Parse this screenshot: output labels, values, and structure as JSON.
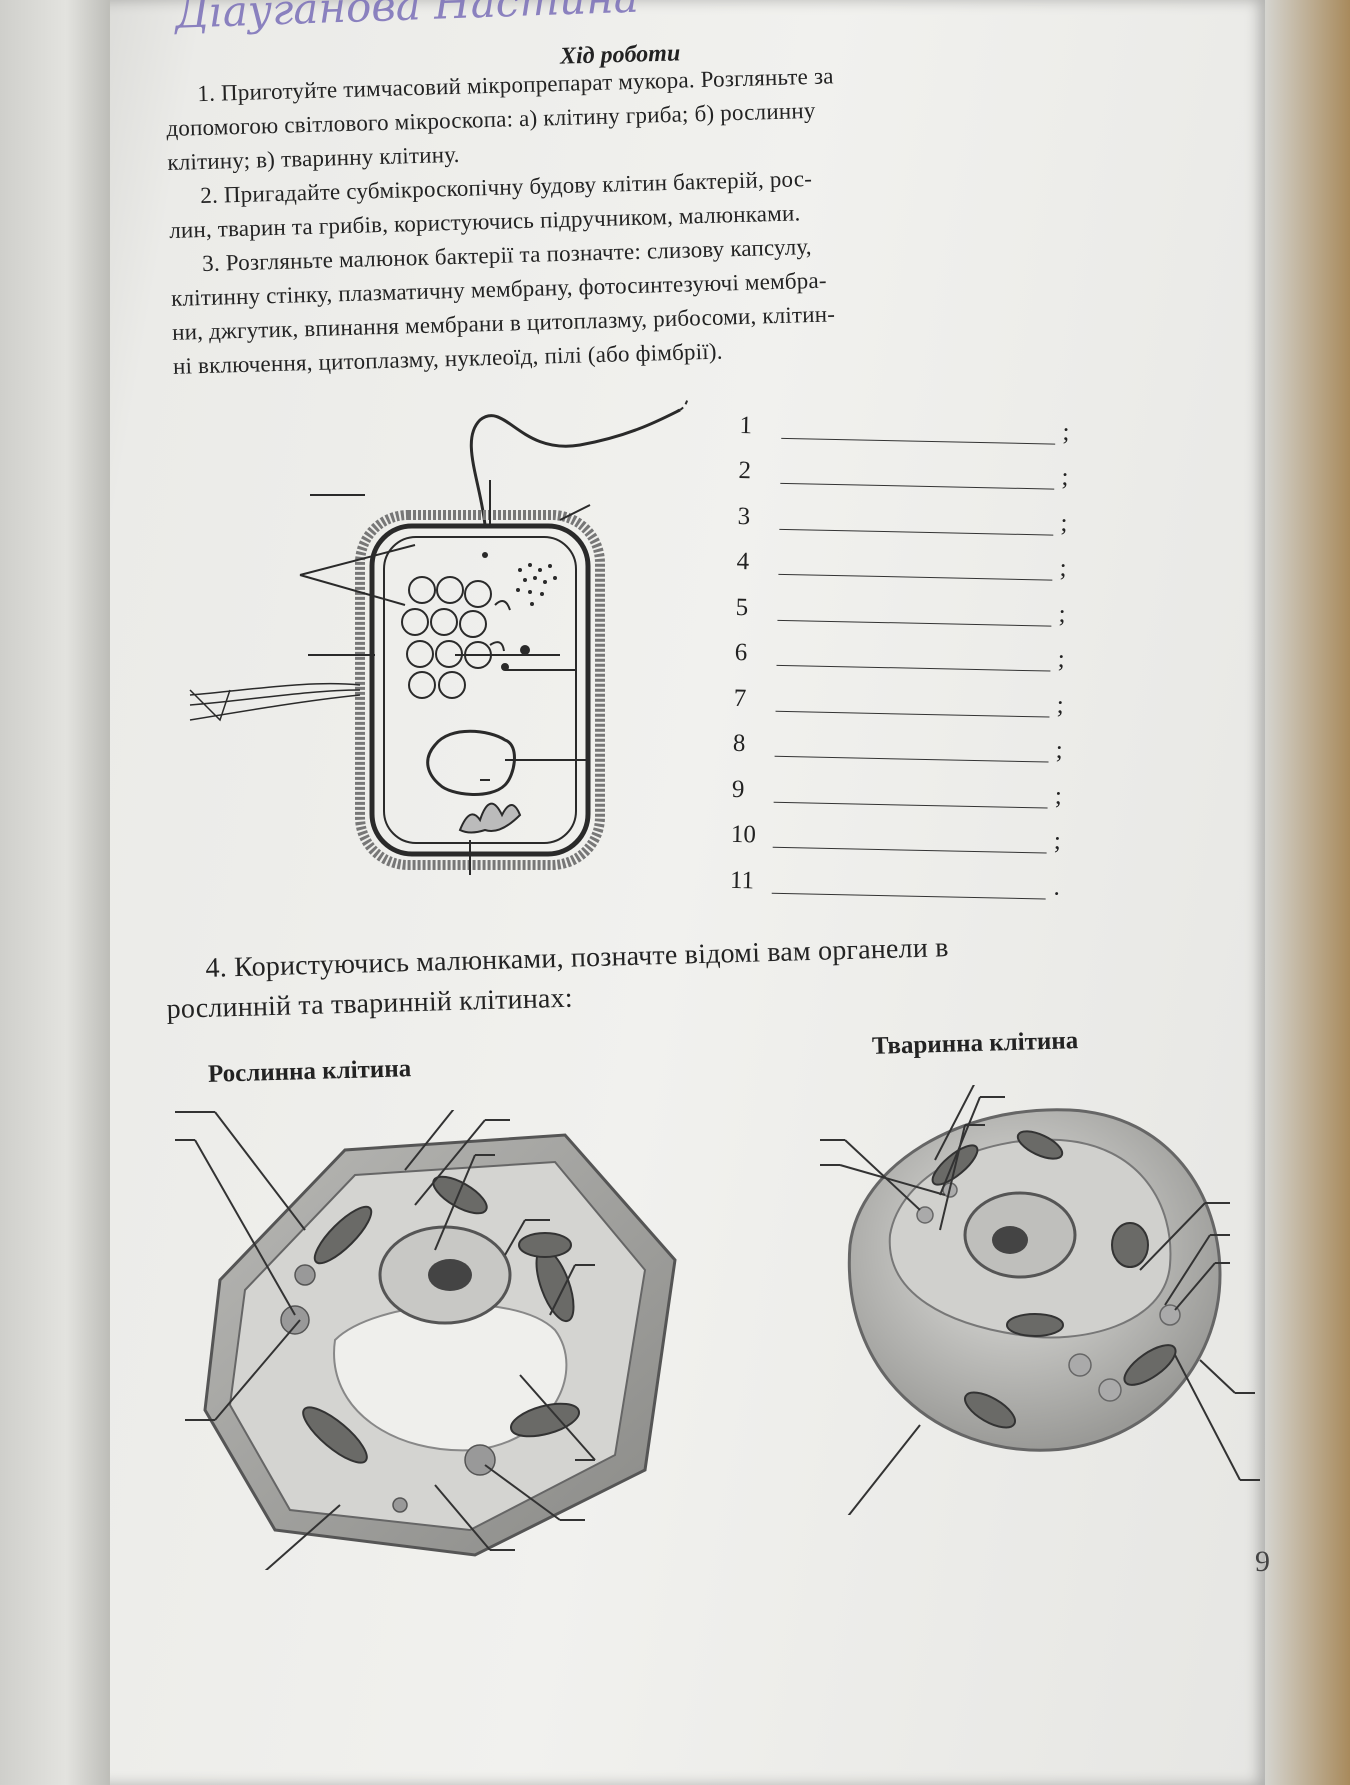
{
  "handwriting": "Діауганова Настина",
  "heading": "Хід роботи",
  "task1": {
    "lines": [
      "1. Приготуйте тимчасовий мікропрепарат мукора. Розгляньте за",
      "допомогою світлового мікроскопа: а) клітину гриба; б) рослинну",
      "клітину; в) тваринну клітину."
    ]
  },
  "task2": {
    "lines": [
      "2. Пригадайте субмікроскопічну будову клітин бактерій, рос-",
      "лин, тварин та грибів, користуючись підручником, малюнками."
    ]
  },
  "task3": {
    "lines": [
      "3. Розгляньте малюнок бактерії та позначте: слизову капсулу,",
      "клітинну стінку, плазматичну мембрану, фотосинтезуючі мембра-",
      "ни, джгутик, впинання мембрани в цитоплазму, рибосоми, клітин-",
      "ні включення, цитоплазму, нуклеоїд, пілі (або фімбрії)."
    ]
  },
  "answers": [
    {
      "num": "1",
      "end": ";"
    },
    {
      "num": "2",
      "end": ";"
    },
    {
      "num": "3",
      "end": ";"
    },
    {
      "num": "4",
      "end": ";"
    },
    {
      "num": "5",
      "end": ";"
    },
    {
      "num": "6",
      "end": ";"
    },
    {
      "num": "7",
      "end": ";"
    },
    {
      "num": "8",
      "end": ";"
    },
    {
      "num": "9",
      "end": ";"
    },
    {
      "num": "10",
      "end": ";"
    },
    {
      "num": "11",
      "end": "."
    }
  ],
  "task4": {
    "lines": [
      "4. Користуючись малюнками, позначте відомі вам органели в",
      "рослинній та тваринній клітинах:"
    ]
  },
  "plant_cell_title": "Рослинна клітина",
  "animal_cell_title": "Тваринна клітина",
  "page_number": "9",
  "colors": {
    "handwriting_ink": "#7a6fb8",
    "print_ink": "#232323"
  }
}
